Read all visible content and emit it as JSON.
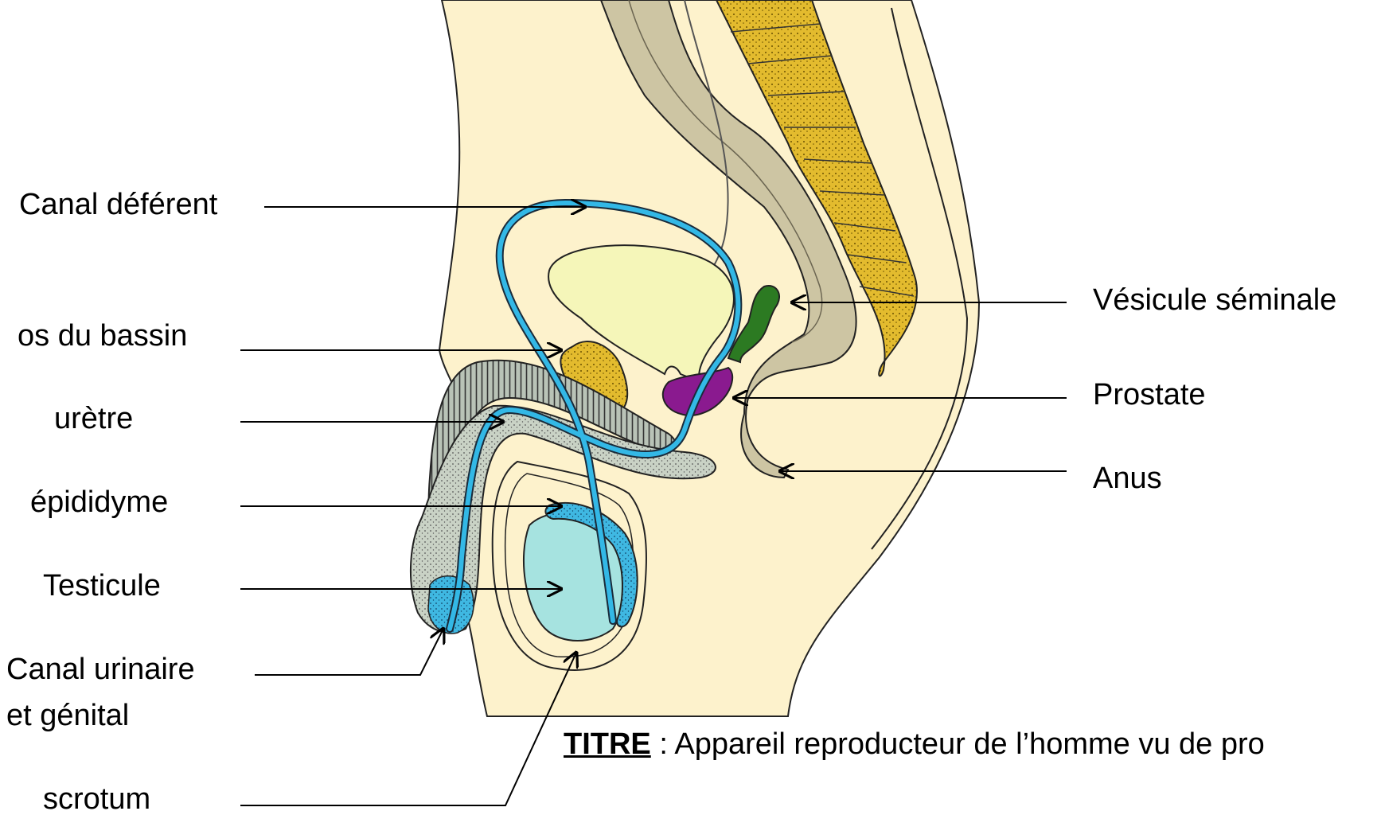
{
  "labels": {
    "canal_deferent": "Canal déférent",
    "os_du_bassin": "os du bassin",
    "uretre": "urètre",
    "epididyme": "épididyme",
    "testicule": "Testicule",
    "canal_urinaire_line1": "Canal urinaire",
    "canal_urinaire_line2": "et génital",
    "scrotum": "scrotum",
    "vesicule_seminale": "Vésicule séminale",
    "prostate": "Prostate",
    "anus": "Anus"
  },
  "title": {
    "key": "TITRE",
    "text": " : Appareil reproducteur de l’homme vu de pro"
  },
  "colors": {
    "body": "#fdf2cc",
    "bone": "#e3bb2e",
    "rectum": "#cdc5a3",
    "bladder": "#f5f6b9",
    "ducts": "#33b8e6",
    "testis": "#a6e3e0",
    "epididymis": "#3fb8e2",
    "seminal_vesicle": "#2c7a22",
    "prostate": "#8a1a8f",
    "urethra_tissue": "#c9d2c5",
    "erectile_tissue": "#b9c3b7",
    "outline": "#222222"
  }
}
